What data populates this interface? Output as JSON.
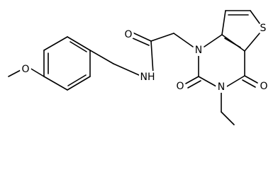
{
  "atom_labels": {
    "oxygen": "O",
    "nitrogen": "N",
    "amide_nitrogen": "NH",
    "sulfur": "S"
  }
}
